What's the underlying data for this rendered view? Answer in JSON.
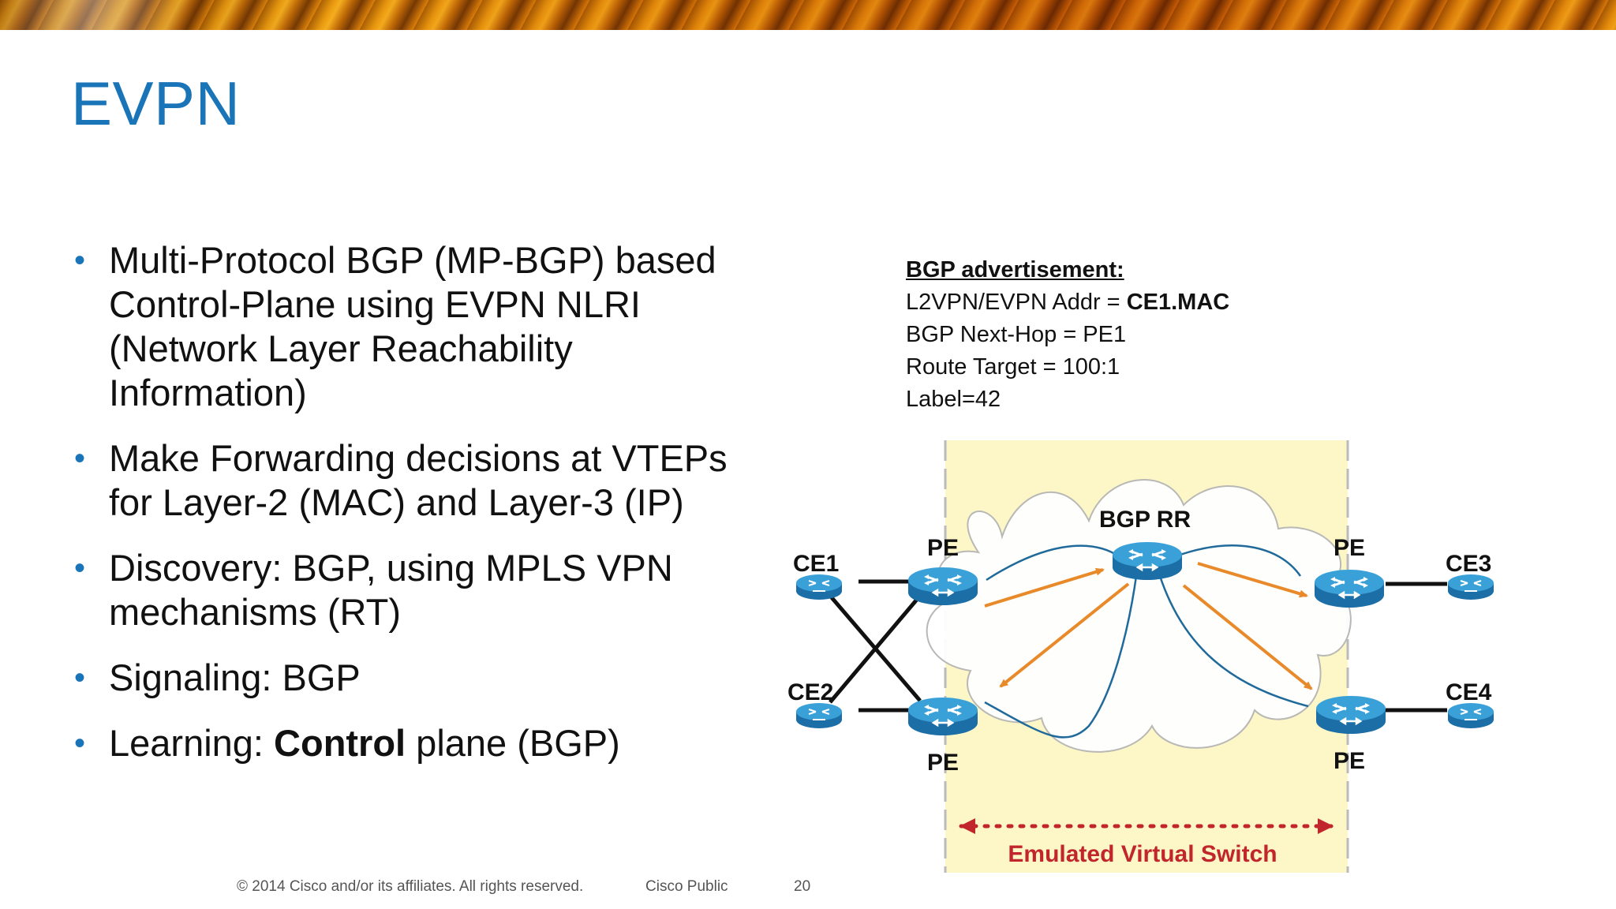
{
  "slide": {
    "title": "EVPN"
  },
  "bullets": [
    {
      "text": "Multi-Protocol BGP (MP-BGP) based Control-Plane using EVPN NLRI (Network Layer Reachability Information)"
    },
    {
      "text": "Make Forwarding decisions at VTEPs for Layer-2 (MAC) and Layer-3 (IP)"
    },
    {
      "text": "Discovery: BGP, using MPLS VPN mechanisms (RT)"
    },
    {
      "text": "Signaling: BGP"
    },
    {
      "pre": "Learning: ",
      "bold": "Control",
      "post": " plane (BGP)"
    }
  ],
  "advertisement": {
    "heading": "BGP advertisement:",
    "addr_label": "L2VPN/EVPN Addr = ",
    "addr_value": "CE1.MAC",
    "next_hop": "BGP Next-Hop = PE1",
    "route_target": "Route Target = 100:1",
    "label": "Label=42"
  },
  "diagram": {
    "ce1": "CE1",
    "ce2": "CE2",
    "ce3": "CE3",
    "ce4": "CE4",
    "pe_top_left": "PE",
    "pe_bottom_left": "PE",
    "pe_top_right": "PE",
    "pe_bottom_right": "PE",
    "rr": "BGP RR",
    "switch_label": "Emulated Virtual Switch",
    "colors": {
      "zone": "#fdf7c8",
      "router": "#2a8fc7",
      "arrow": "#e98a2a",
      "curve": "#1f6a9a",
      "switch_label": "#c0262c"
    }
  },
  "footer": {
    "copyright": "© 2014 Cisco and/or its affiliates. All rights reserved.",
    "classification": "Cisco Public",
    "page_number": "20"
  }
}
